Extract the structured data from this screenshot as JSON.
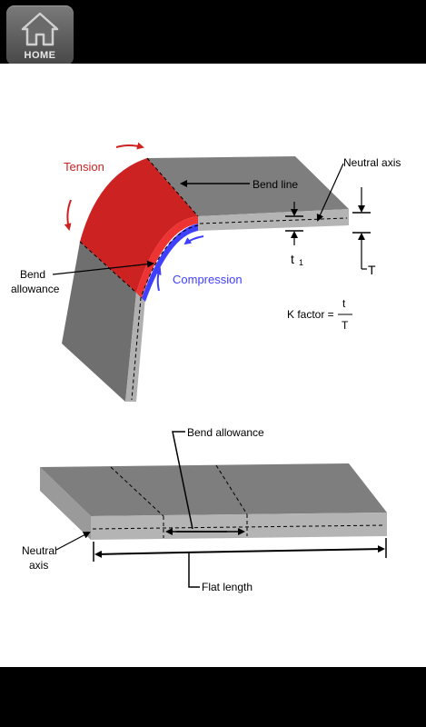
{
  "header": {
    "home_label": "HOME"
  },
  "diagram": {
    "tension": "Tension",
    "bend_line": "Bend line",
    "neutral_axis_top": "Neutral axis",
    "bend_allowance_left_1": "Bend",
    "bend_allowance_left_2": "allowance",
    "compression": "Compression",
    "small_t": "t",
    "small_t_sub": "1",
    "big_T": "T",
    "k_factor": "K factor =",
    "k_num": "t",
    "k_den": "T",
    "bend_allowance_flat": "Bend allowance",
    "neutral_axis_flat_1": "Neutral",
    "neutral_axis_flat_2": "axis",
    "flat_length": "Flat length"
  },
  "colors": {
    "tension": "#cc2222",
    "compression": "#3f3fff",
    "plate_top": "#8c8c8c",
    "plate_side": "#b4b4b4"
  }
}
